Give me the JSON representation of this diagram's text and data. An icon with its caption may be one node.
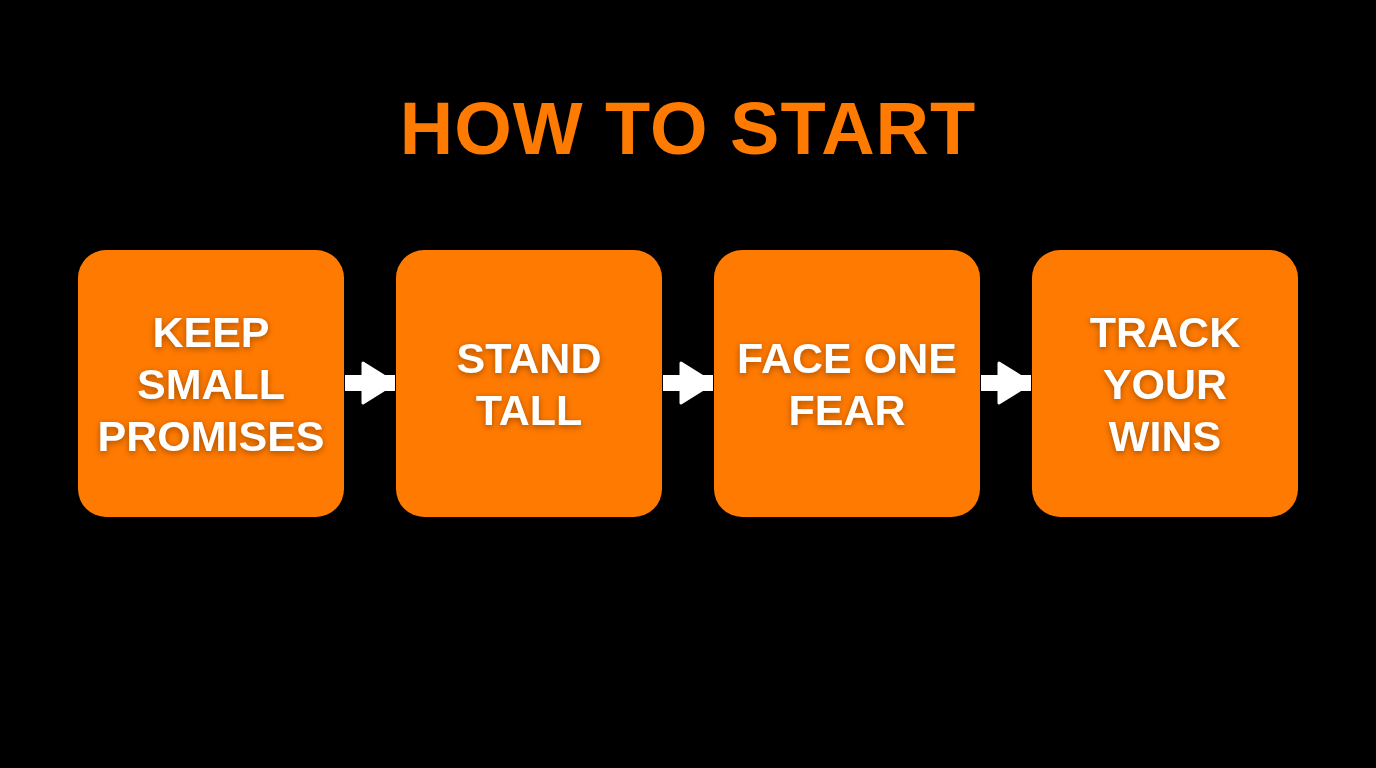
{
  "diagram": {
    "title": "HOW TO START",
    "nodes": [
      {
        "text": [
          "KEEP SMALL PROMISES"
        ]
      },
      {
        "text": [
          "STAND TALL"
        ]
      },
      {
        "text": [
          "FACE ONE FEAR"
        ]
      },
      {
        "text": [
          "TRACK YOUR WINS"
        ]
      }
    ],
    "edges": [
      {
        "from": 0,
        "to": 1,
        "arrow": "to"
      },
      {
        "from": 1,
        "to": 2,
        "arrow": "to"
      },
      {
        "from": 2,
        "to": 3,
        "arrow": "to"
      }
    ]
  }
}
